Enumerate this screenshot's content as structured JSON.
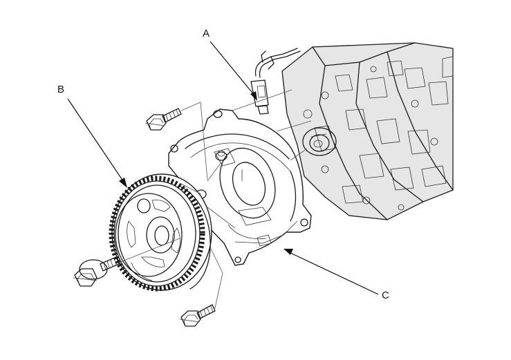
{
  "callouts": {
    "a": "A",
    "b": "B",
    "c": "C"
  },
  "colors": {
    "line": "#1a1a1a",
    "engine_shade": "#d4d4d4",
    "engine_dark": "#9a9a9a",
    "background": "#ffffff"
  },
  "parts_icons": [
    "camshaft-sprocket-icon",
    "backplate-icon",
    "bolt-icon",
    "flange-bolt-icon",
    "connector-icon",
    "engine-head-icon"
  ]
}
